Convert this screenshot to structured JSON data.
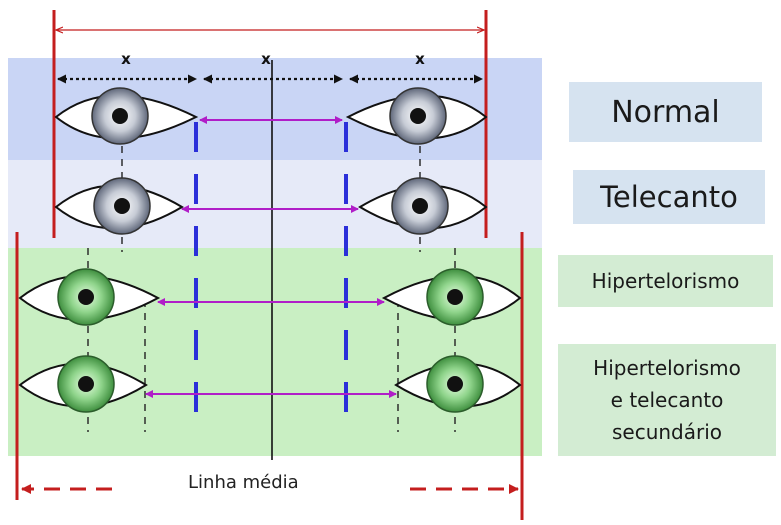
{
  "distance_marks": [
    "x",
    "x",
    "x"
  ],
  "rows": {
    "normal": {
      "label": "Normal",
      "color": "#dce3f7"
    },
    "telecanto": {
      "label": "Telecanto",
      "color": "#eceff9"
    },
    "hipertelorismo": {
      "label": "Hipertelorismo",
      "color": "#d9f5d4"
    },
    "hipertelorismo_telecanto": {
      "label_lines": [
        "Hipertelorismo",
        "e telecanto",
        "secundário"
      ],
      "color": "#d9f5d4"
    }
  },
  "midline_label": "Linha média",
  "colors": {
    "boundary_red": "#c41e1e",
    "arrow_magenta": "#b01ec8",
    "canthus_blue": "#2b2fd9",
    "normal_band": "#c9d5f5",
    "green_band": "#c9efc3",
    "eye_gray_iris": "#8f97a8",
    "eye_green_iris": "#6cbf6a"
  }
}
